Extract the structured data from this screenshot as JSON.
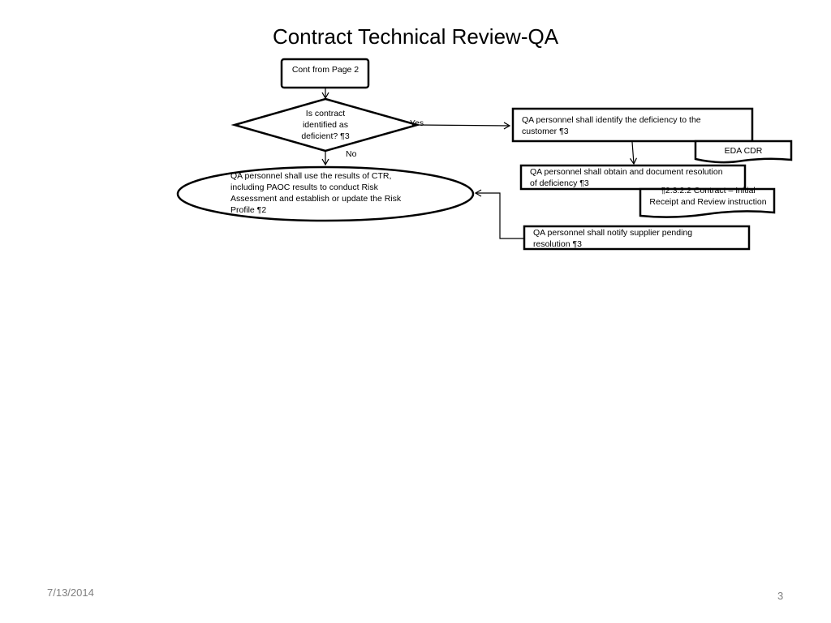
{
  "slide": {
    "title": "Contract Technical Review-QA",
    "date": "7/13/2014",
    "page_number": "3"
  },
  "flowchart": {
    "start_box": "Cont from Page 2",
    "decision": "Is contract identified as deficient? ¶3",
    "yes_label": "Yes",
    "no_label": "No",
    "process_ellipse": "QA personnel shall use the results of CTR, including PAOC results to conduct Risk Assessment and establish or update the Risk Profile ¶2",
    "step_identify": "QA personnel shall identify the deficiency to the customer ¶3",
    "doc_eda_cdr": "EDA CDR",
    "step_obtain": "QA personnel shall obtain and document resolution of deficiency ¶3",
    "doc_contract_review": "¶2.3.2.2 Contract – Initial Receipt and Review instruction",
    "step_notify": "QA personnel shall notify supplier pending resolution ¶3"
  }
}
